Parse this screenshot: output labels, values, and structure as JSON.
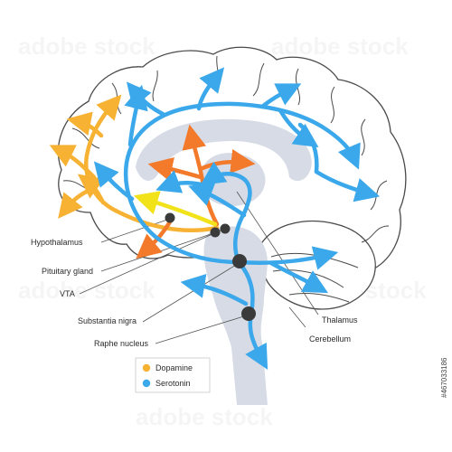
{
  "labels": {
    "hypothalamus": "Hypothalamus",
    "pituitary": "Pituitary gland",
    "vta": "VTA",
    "substantia_nigra": "Substantia nigra",
    "raphe": "Raphe nucleus",
    "thalamus": "Thalamus",
    "cerebellum": "Cerebellum"
  },
  "legend": {
    "dopamine": "Dopamine",
    "serotonin": "Serotonin"
  },
  "colors": {
    "dopamine_light": "#f7b234",
    "dopamine_dark": "#f27a2a",
    "dopamine_yellow": "#f2e21a",
    "serotonin": "#3aa8ea",
    "brain_inner": "#d6dbe6",
    "outline": "#4a4a4a",
    "nucleus": "#3a3a3a"
  },
  "stock_id": "#467033186",
  "watermark": "adobe stock"
}
